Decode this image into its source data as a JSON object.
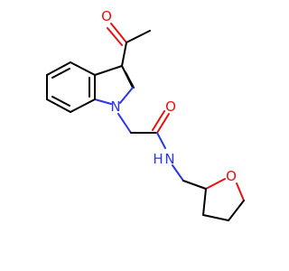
{
  "molecule": {
    "atoms": {
      "acetyl_oxygen": "O",
      "indole_nitrogen": "N",
      "amide_oxygen": "O",
      "amide_nitrogen": "N",
      "amide_hydrogen": "H",
      "ring_oxygen": "O"
    },
    "colors": {
      "oxygen": "#e8110f",
      "nitrogen": "#2a35ee",
      "bond": "#000000",
      "background": "#ffffff"
    }
  }
}
